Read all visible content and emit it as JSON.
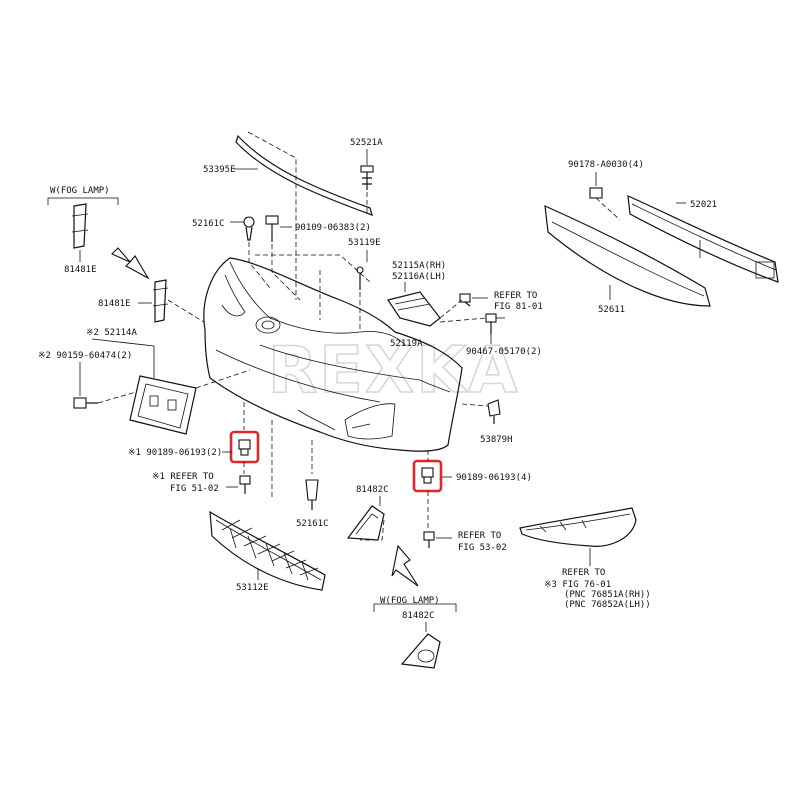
{
  "watermark": "REXKA",
  "labels": {
    "p53395E": "53395E",
    "p52521A": "52521A",
    "p52161C_top": "52161C",
    "p90109": "90109-06383(2)",
    "p53119E": "53119E",
    "p52115A": "52115A(RH)",
    "p52116A": "52116A(LH)",
    "ref81_1": "REFER TO",
    "ref81_2": "FIG 81-01",
    "p90467": "90467-05170(2)",
    "p52119A": "52119A",
    "p90178": "90178-A0030(4)",
    "p52021": "52021",
    "p52611": "52611",
    "fog_top": "W(FOG LAMP)",
    "p81481E_a": "81481E",
    "p81481E_b": "81481E",
    "p52114A": "※2 52114A",
    "p90159": "※2 90159-60474(2)",
    "p90189_left": "※1 90189-06193(2)",
    "ref51_1": "※1  REFER TO",
    "ref51_2": "FIG 51-02",
    "p52161C_bot": "52161C",
    "p81482C_mid": "81482C",
    "p90189_right": "90189-06193(4)",
    "p53879H": "53879H",
    "ref53_1": "REFER TO",
    "ref53_2": "FIG 53-02",
    "p53112E": "53112E",
    "ref76_1": "REFER TO",
    "ref76_2": "※3 FIG 76-01",
    "ref76_3": "(PNC 76851A(RH))",
    "ref76_4": "(PNC 76852A(LH))",
    "fog_bot": "W(FOG LAMP)",
    "p81482C_bot": "81482C"
  },
  "colors": {
    "highlight": "#e0262b",
    "line": "#111111",
    "watermark": "#d7d7d7"
  }
}
